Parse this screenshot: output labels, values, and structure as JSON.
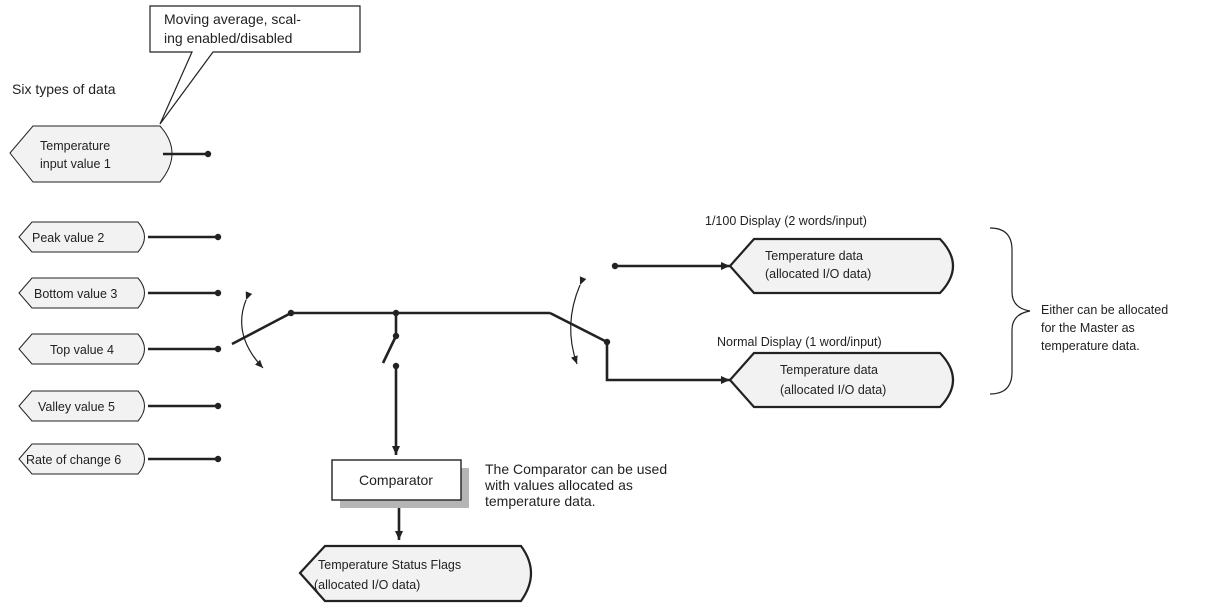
{
  "heading": "Six types of data",
  "callout": {
    "line1": "Moving average, scal-",
    "line2": "ing enabled/disabled"
  },
  "inputs": {
    "temperature_line1": "Temperature",
    "temperature_line2": "input value 1",
    "peak": "Peak value 2",
    "bottom": "Bottom value 3",
    "top": "Top value 4",
    "valley": "Valley value 5",
    "rate": "Rate of change 6"
  },
  "outputs": {
    "display_100": "1/100 Display (2 words/input)",
    "display_normal": "Normal Display (1 word/input)",
    "temp_data_line1": "Temperature data",
    "temp_data_line2": "(allocated I/O data)"
  },
  "brace_note": {
    "line1": "Either can be allocated",
    "line2": "for the Master as",
    "line3": "temperature data."
  },
  "comparator": {
    "label": "Comparator",
    "note_line1": "The Comparator can be used",
    "note_line2": "with values allocated as",
    "note_line3": "temperature data."
  },
  "status_flags": {
    "line1": "Temperature Status Flags",
    "line2": "(allocated I/O data)"
  }
}
